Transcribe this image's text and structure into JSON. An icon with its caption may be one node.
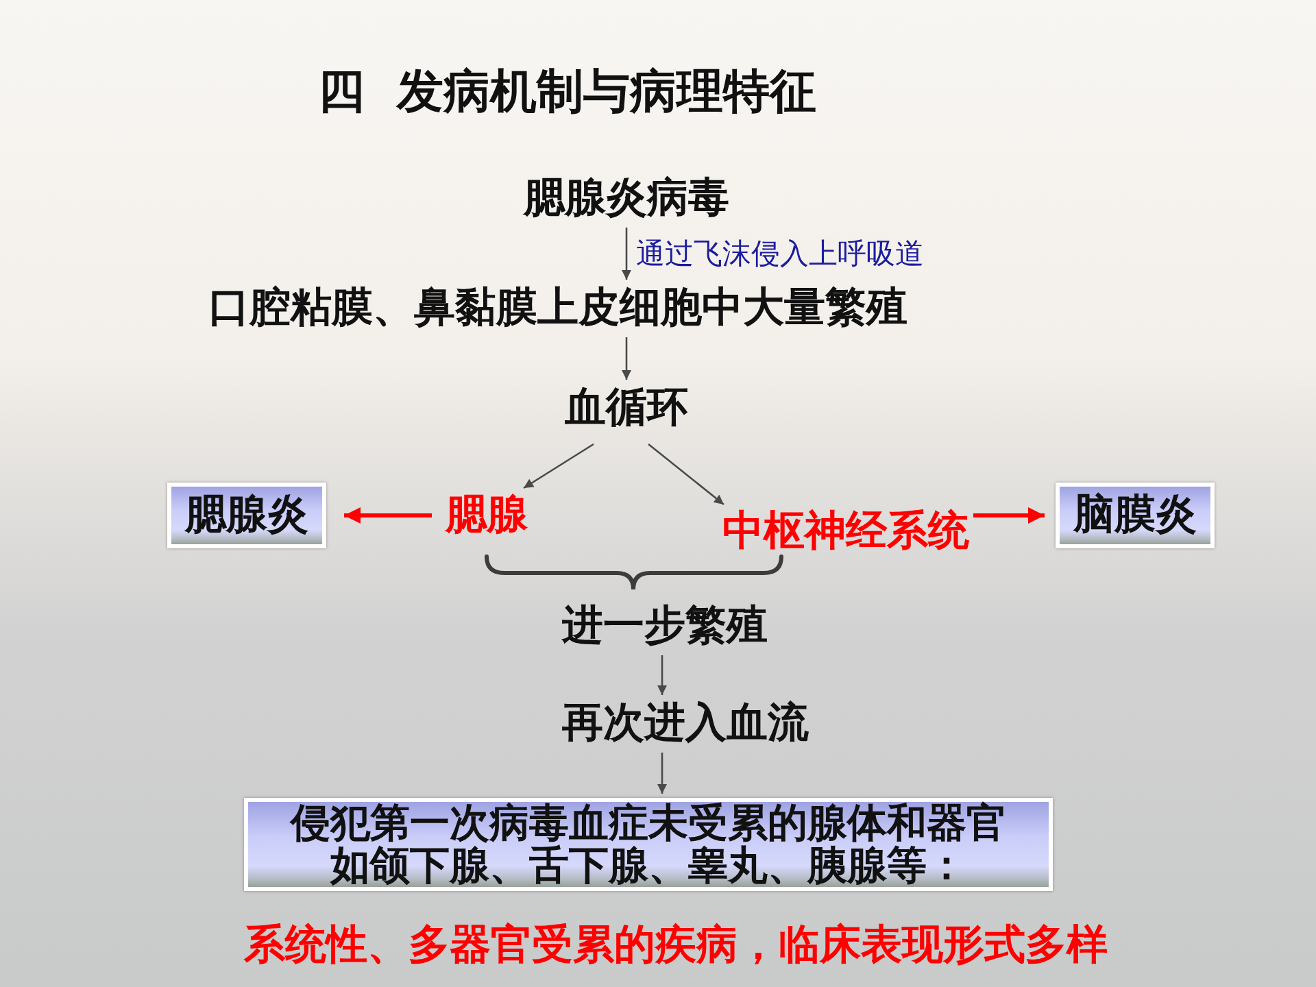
{
  "diagram": {
    "title": "四  发病机制与病理特征",
    "nodes": [
      {
        "text": [
          "腮腺炎病毒"
        ]
      },
      {
        "text": [
          "口腔粘膜、鼻黏膜上皮细胞中大量繁殖"
        ]
      },
      {
        "text": [
          "血循环"
        ]
      },
      {
        "text": [
          "腮腺炎"
        ]
      },
      {
        "text": [
          "腮腺"
        ]
      },
      {
        "text": [
          "中枢神经系统"
        ]
      },
      {
        "text": [
          "脑膜炎"
        ]
      },
      {
        "text": [
          "进一步繁殖"
        ]
      },
      {
        "text": [
          "再次进入血流"
        ]
      },
      {
        "text": [
          "侵犯第一次病毒血症未受累的腺体和器官",
          "如颌下腺、舌下腺、睾丸、胰腺等："
        ]
      }
    ],
    "edges": [
      {
        "from": 0,
        "to": 1,
        "arrow": "to",
        "label": "通过飞沫侵入上呼吸道"
      },
      {
        "from": 1,
        "to": 2,
        "arrow": "to"
      },
      {
        "from": 2,
        "to": 4,
        "arrow": "to"
      },
      {
        "from": 2,
        "to": 5,
        "arrow": "to"
      },
      {
        "from": 4,
        "to": 3,
        "arrow": "to",
        "style": "thick",
        "color": "#ff0000"
      },
      {
        "from": 5,
        "to": 6,
        "arrow": "to",
        "style": "thick",
        "color": "#ff0000"
      },
      {
        "from": 7,
        "to": 8,
        "arrow": "to"
      },
      {
        "from": 8,
        "to": 9,
        "arrow": "to"
      }
    ],
    "labels": [
      "系统性、多器官受累的疾病，临床表现形式多样"
    ]
  }
}
